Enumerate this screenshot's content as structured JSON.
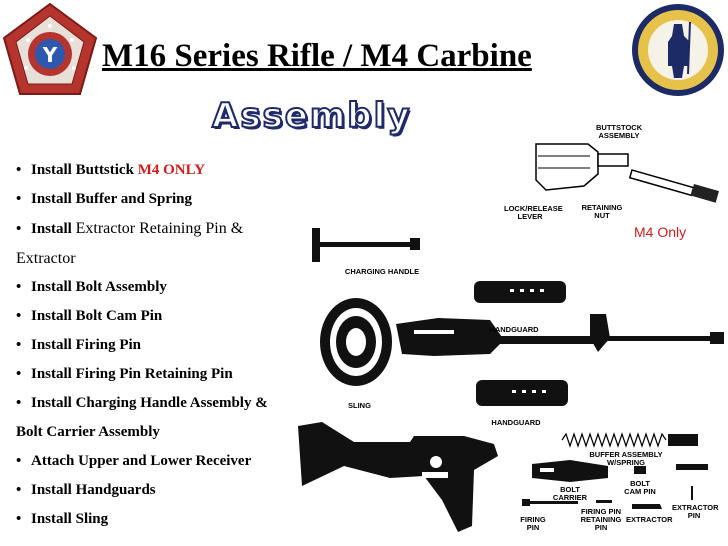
{
  "slide": {
    "title": "M16 Series Rifle / M4 Carbine",
    "subtitle": "Assembly",
    "m4_only_label": "M4 Only"
  },
  "steps": [
    {
      "lead": "Install Buttstick ",
      "rest": "",
      "highlight": "M4 ONLY",
      "cont": ""
    },
    {
      "lead": "Install Buffer and Spring",
      "rest": "",
      "highlight": "",
      "cont": ""
    },
    {
      "lead": "Install ",
      "rest": "Extractor Retaining Pin &",
      "highlight": "",
      "cont": "Extractor"
    },
    {
      "lead": "Install Bolt Assembly",
      "rest": "",
      "highlight": "",
      "cont": ""
    },
    {
      "lead": "Install Bolt Cam Pin",
      "rest": "",
      "highlight": "",
      "cont": ""
    },
    {
      "lead": "Install Firing Pin",
      "rest": "",
      "highlight": "",
      "cont": ""
    },
    {
      "lead": "Install Firing Pin Retaining Pin",
      "rest": "",
      "highlight": "",
      "cont": ""
    },
    {
      "lead": "Install Charging Handle Assembly &",
      "rest": "",
      "highlight": "",
      "cont": "Bolt Carrier Assembly"
    },
    {
      "lead": "Attach Upper and Lower Receiver",
      "rest": "",
      "highlight": "",
      "cont": ""
    },
    {
      "lead": "Install Handguards",
      "rest": "",
      "highlight": "",
      "cont": ""
    },
    {
      "lead": "Install Sling",
      "rest": "",
      "highlight": "",
      "cont": ""
    }
  ],
  "diagram_labels": {
    "buttstock": "BUTTSTOCK ASSEMBLY",
    "lock_release": "LOCK/RELEASE LEVER",
    "retaining_nut": "RETAINING NUT",
    "charging_handle": "CHARGING HANDLE",
    "handguard_top": "HANDGUARD",
    "sling": "SLING",
    "handguard_bottom": "HANDGUARD",
    "buffer": "BUFFER ASSEMBLY W/SPRING",
    "bolt_carrier": "BOLT CARRIER",
    "bolt_cam_pin": "BOLT CAM PIN",
    "firing_pin": "FIRING PIN",
    "firing_pin_retaining": "FIRING PIN RETAINING PIN",
    "extractor": "EXTRACTOR",
    "extractor_pin": "EXTRACTOR PIN"
  },
  "colors": {
    "accent_red": "#d41c1c",
    "title_outline": "#1f2a6a"
  },
  "icons": {
    "left_logo": "division-patch-logo",
    "right_logo": "army-national-guard-seal"
  }
}
